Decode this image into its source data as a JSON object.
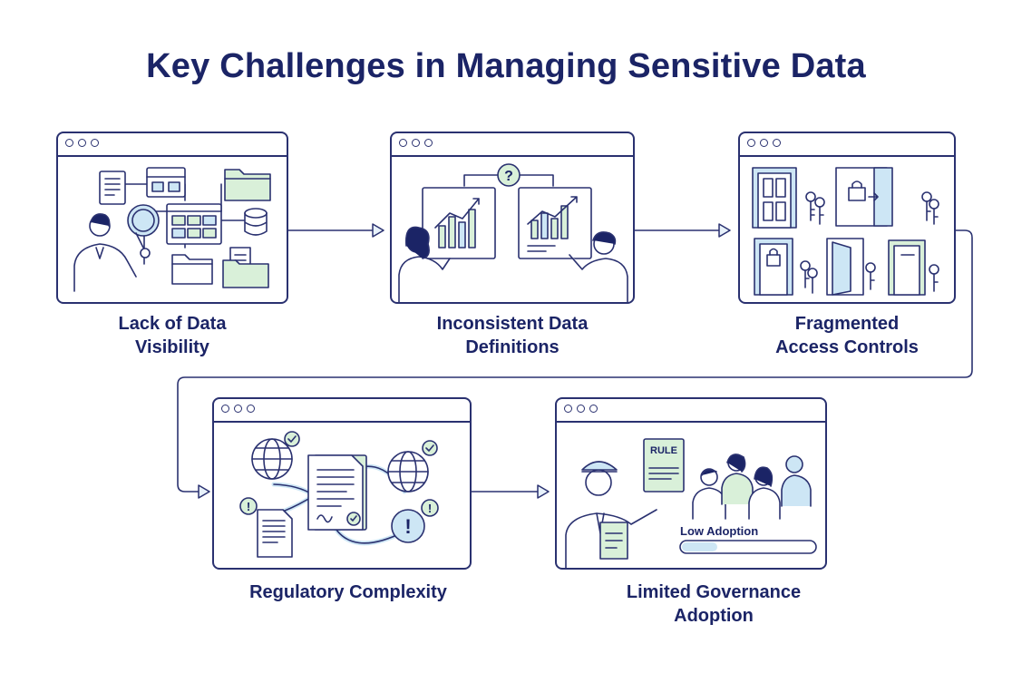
{
  "title": "Key Challenges in Managing Sensitive Data",
  "accent_color": "#1b2466",
  "fill_color": "#d9f0d9",
  "highlight_color": "#cde6f5",
  "steps": [
    {
      "label_line1": "Lack of Data",
      "label_line2": "Visibility",
      "icon": "magnifier-data-icon"
    },
    {
      "label_line1": "Inconsistent Data",
      "label_line2": "Definitions",
      "icon": "question-icon",
      "badge": "?"
    },
    {
      "label_line1": "Fragmented",
      "label_line2": "Access Controls",
      "icon": "door-key-icon"
    },
    {
      "label_line1": "Regulatory Complexity",
      "icon": "globe-document-icon",
      "alert": "!"
    },
    {
      "label_line1": "Limited Governance",
      "label_line2": "Adoption",
      "icon": "officer-team-icon",
      "book_label": "RULE",
      "progress_label": "Low Adoption",
      "progress_value": 0.27
    }
  ]
}
